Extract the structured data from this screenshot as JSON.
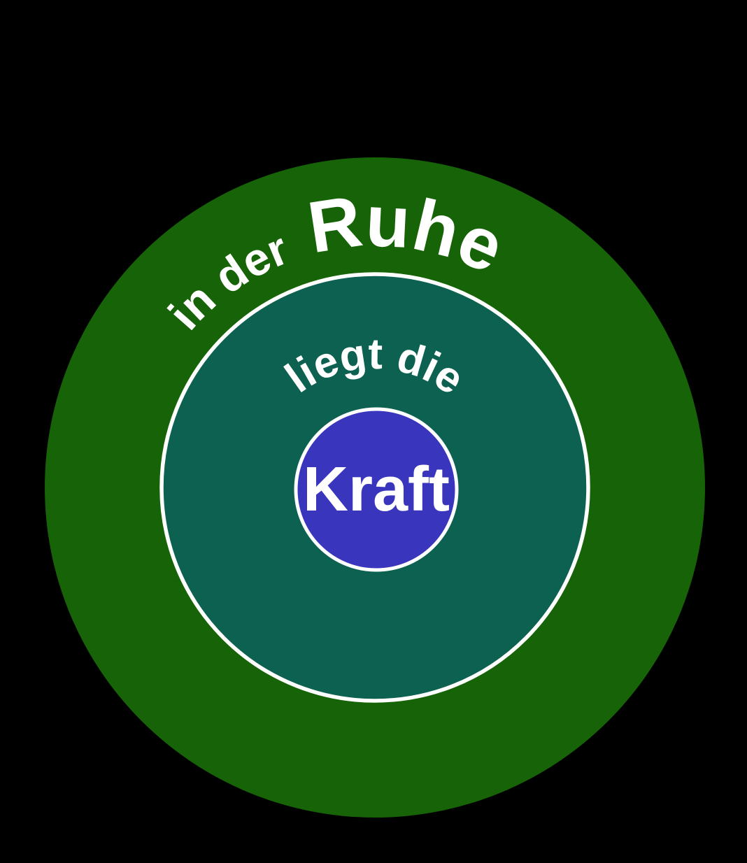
{
  "background_color": "#000000",
  "top_script": {
    "color": "#000000"
  },
  "badge": {
    "outer_circle": {
      "fill": "#176307"
    },
    "middle_circle": {
      "fill": "#0d6150",
      "stroke": "#ffffff"
    },
    "inner_circle": {
      "fill": "#3a35bd",
      "stroke": "#ffffff"
    },
    "ring_text": {
      "part1": "in der",
      "part2": "Ruhe",
      "color": "#ffffff"
    },
    "middle_text": {
      "label": "liegt die",
      "color": "#ffffff"
    },
    "center_text": {
      "label": "Kraft",
      "color": "#ffffff"
    }
  }
}
